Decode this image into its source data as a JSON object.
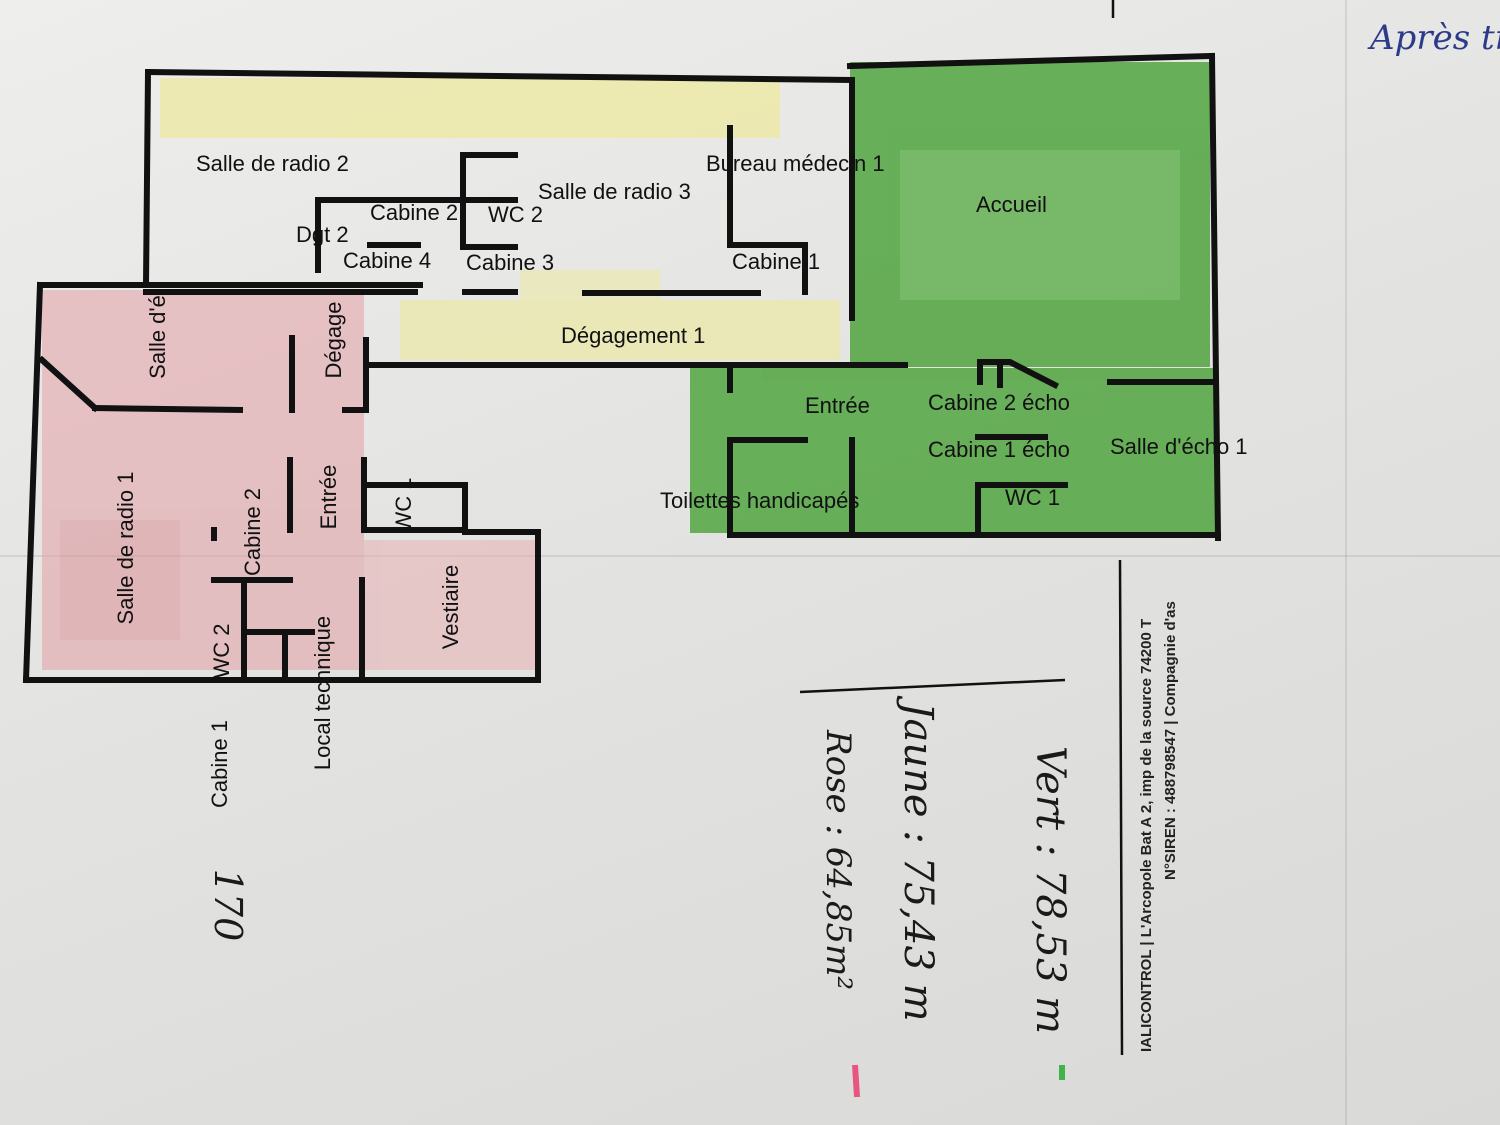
{
  "plan": {
    "rooms": {
      "salle_radio_2": "Salle de radio 2",
      "salle_radio_3": "Salle de radio 3",
      "bureau_medecin_1": "Bureau médecin 1",
      "accueil": "Accueil",
      "cabine_2": "Cabine 2",
      "wc_2": "WC 2",
      "dgt_2": "Dgt 2",
      "cabine_4": "Cabine 4",
      "cabine_3": "Cabine 3",
      "cabine_1_top": "Cabine 1",
      "degagement_1": "Dégagement 1",
      "entree_right": "Entrée",
      "cabine_2_echo": "Cabine 2 écho",
      "cabine_1_echo": "Cabine 1 écho",
      "salle_echo_1": "Salle d'écho 1",
      "toilettes_handicapes": "Toilettes handicapés",
      "wc_1_right": "WC 1",
      "salle_de_left": "Salle d'é",
      "degage_left": "Dégage",
      "salle_radio_1": "Salle de radio 1",
      "cabine_2_left": "Cabine 2",
      "entree_left": "Entrée",
      "wc_1_left": "WC 1",
      "vestiaire": "Vestiaire",
      "wc_2_left": "WC 2",
      "local_technique": "Local technique",
      "cabine_1_left": "Cabine 1"
    },
    "zone_colors": {
      "green": "#5aa84a",
      "yellow": "#e8e488",
      "pink": "#e3a0a6"
    }
  },
  "handwriting": {
    "top_right": "Après tra",
    "number": "170",
    "vert": "Vert : 78,53 m",
    "jaune": "Jaune : 75,43 m",
    "rose": "Rose : 64,85m²"
  },
  "footer": {
    "line1": "IALICONTROL | L'Arcopole Bat A 2, imp de la source 74200 T",
    "line2": "N°SIREN : 488798547 | Compagnie d'as"
  }
}
